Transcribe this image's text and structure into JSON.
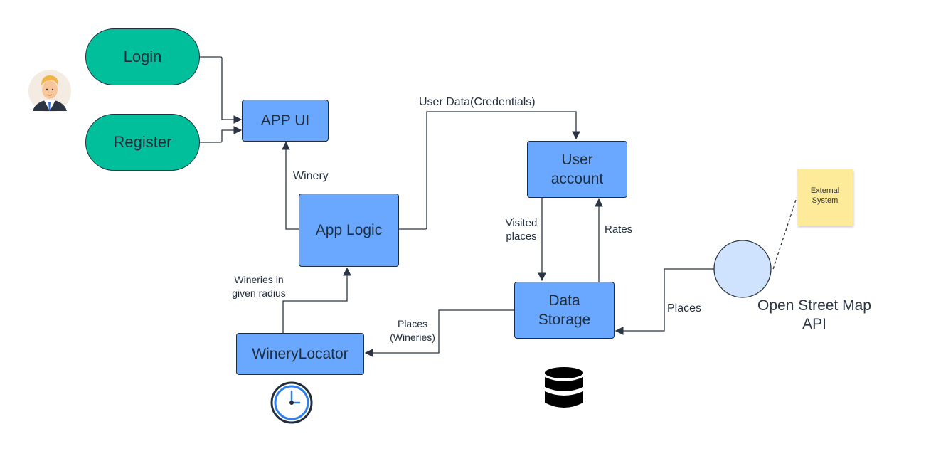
{
  "nodes": {
    "login": "Login",
    "register": "Register",
    "app_ui": "APP UI",
    "app_logic": "App Logic",
    "user_account_line1": "User",
    "user_account_line2": "account",
    "data_storage_line1": "Data",
    "data_storage_line2": "Storage",
    "winery_locator": "WineryLocator",
    "osm_api_line1": "Open Street Map",
    "osm_api_line2": "API"
  },
  "edge_labels": {
    "user_data": "User Data(Credentials)",
    "winery": "Winery",
    "visited_line1": "Visited",
    "visited_line2": "places",
    "rates": "Rates",
    "wineries_radius_line1": "Wineries in",
    "wineries_radius_line2": "given radius",
    "places_wineries_line1": "Places",
    "places_wineries_line2": "(Wineries)",
    "places": "Places"
  },
  "note": {
    "line1": "External",
    "line2": "System"
  },
  "icons": [
    "user-avatar-icon",
    "clock-icon",
    "database-icon"
  ],
  "colors": {
    "pill": "#00bf9a",
    "box": "#6aa8ff",
    "circle": "#cfe3ff",
    "note": "#fdeb99",
    "stroke": "#2b3543"
  }
}
